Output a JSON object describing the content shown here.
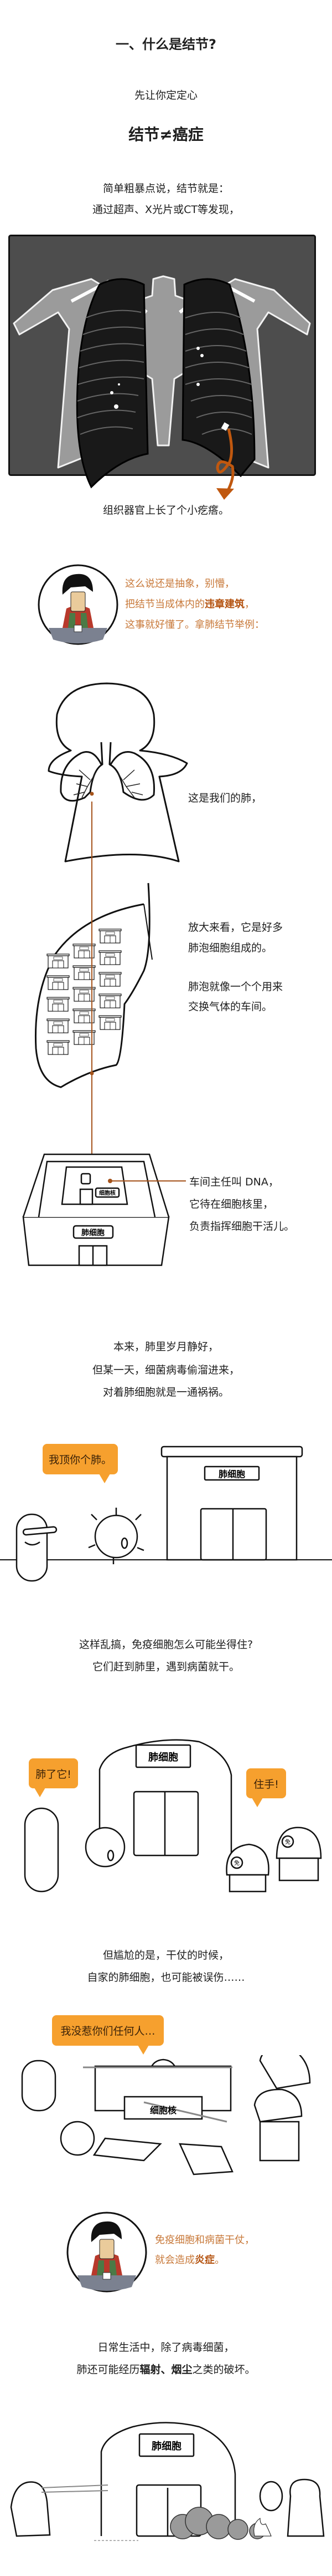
{
  "section_title": "一、什么是结节?",
  "intro": "先让你定定心",
  "headline": "结节≠癌症",
  "definition": [
    "简单粗暴点说，结节就是：",
    "通过超声、X光片或CT等发现，"
  ],
  "xray_caption": "组织器官上长了个小疙瘩。",
  "narrator_1": {
    "line1": "这么说还是抽象，别懵，",
    "line2_prefix": "把结节当成体内的",
    "line2_bold": "违章建筑",
    "line2_suffix": "，",
    "line3": "这事就好懂了。拿肺结节举例："
  },
  "lung_caption": "这是我们的肺，",
  "alveoli_caption": [
    "放大来看，它是好多",
    "肺泡细胞组成的。"
  ],
  "workshop_caption": [
    "肺泡就像一个个用来",
    "交换气体的车间。"
  ],
  "dna_caption": [
    "车间主任叫 DNA，",
    "它待在细胞核里，",
    "负责指挥细胞干活儿。"
  ],
  "signs": {
    "lung_cell": "肺细胞",
    "nucleus": "细胞核"
  },
  "story_1": [
    "本来，肺里岁月静好，",
    "但某一天，细菌病毒偷溜进来，",
    "对着肺细胞就是一通祸祸。"
  ],
  "bubble_1": "我顶你个肺。",
  "story_2": [
    "这样乱搞，免疫细胞怎么可能坐得住?",
    "它们赶到肺里，遇到病菌就干。"
  ],
  "bubble_2": "肺了它!",
  "bubble_3": "住手!",
  "story_3": [
    "但尴尬的是，干仗的时候，",
    "自家的肺细胞，也可能被误伤……"
  ],
  "bubble_4": "我没惹你们任何人…",
  "helmet_label": "免",
  "narrator_2": {
    "line1": "免疫细胞和病菌干仗，",
    "line2_prefix": "就会造成",
    "line2_bold": "炎症",
    "line2_suffix": "。"
  },
  "story_4": {
    "line1": "日常生活中，除了病毒细菌，",
    "line2_prefix": "肺还可能经历",
    "line2_bold1": "辐射",
    "line2_sep": "、",
    "line2_bold2": "烟尘",
    "line2_suffix": "之类的破坏。"
  },
  "colors": {
    "accent": "#f6a02e",
    "accent_text": "#c8793a",
    "accent_bold": "#b4520f",
    "xray_bg": "#4d4d4d"
  }
}
